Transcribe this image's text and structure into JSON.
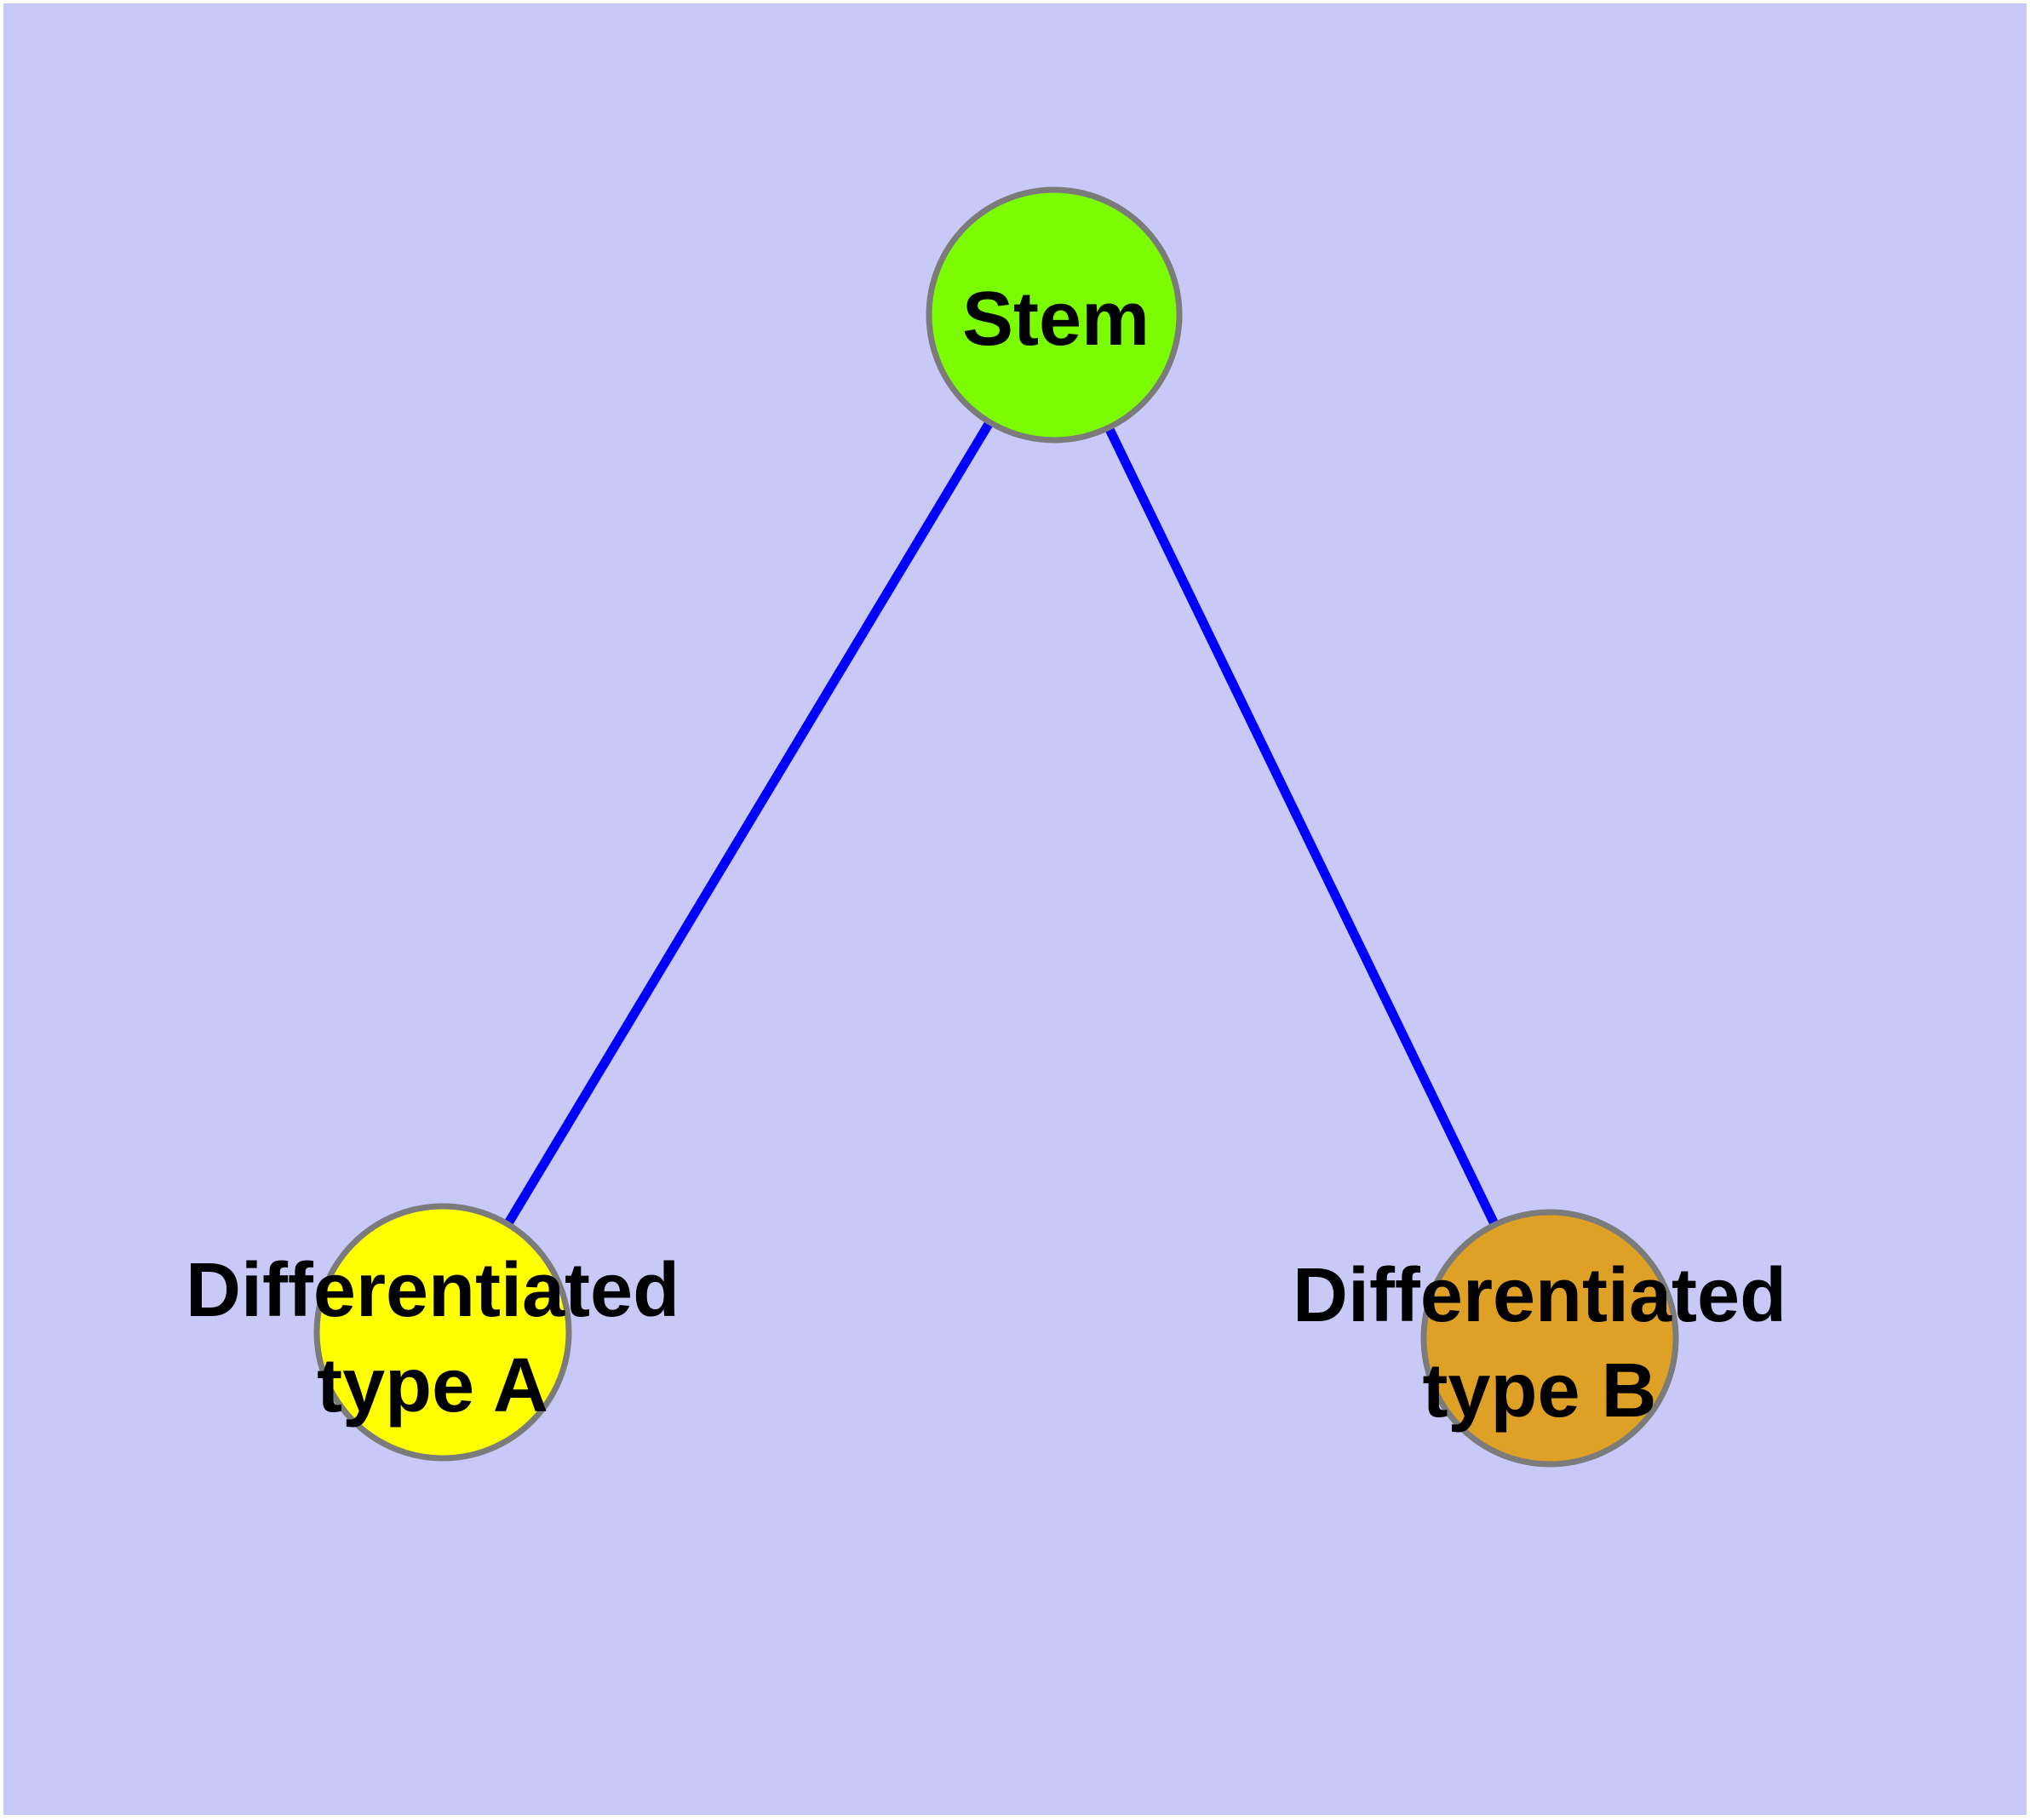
{
  "diagram": {
    "description": "Cell differentiation graph: a stem node connected to two differentiated cell type nodes",
    "colors": {
      "background": "#c9c9f8",
      "frame": "#ffffff",
      "edge": "#0000ff",
      "node_border": "#7b7b7b",
      "label_text": "#000000"
    },
    "nodes": [
      {
        "id": "stem",
        "lines": [
          "Stem"
        ],
        "label": "Stem",
        "fill": "#7cfc00",
        "border": "#7b7b7b"
      },
      {
        "id": "type-a",
        "lines": [
          "Differentiated",
          "type A"
        ],
        "label": "Differentiated type A",
        "fill": "#ffff00",
        "border": "#7b7b7b"
      },
      {
        "id": "type-b",
        "lines": [
          "Differentiated",
          "type B"
        ],
        "label": "Differentiated type B",
        "fill": "#dfa125",
        "border": "#7b7b7b"
      }
    ],
    "edges": [
      {
        "from": "stem",
        "to": "type-a",
        "color": "#0000ff"
      },
      {
        "from": "stem",
        "to": "type-b",
        "color": "#0000ff"
      }
    ]
  }
}
